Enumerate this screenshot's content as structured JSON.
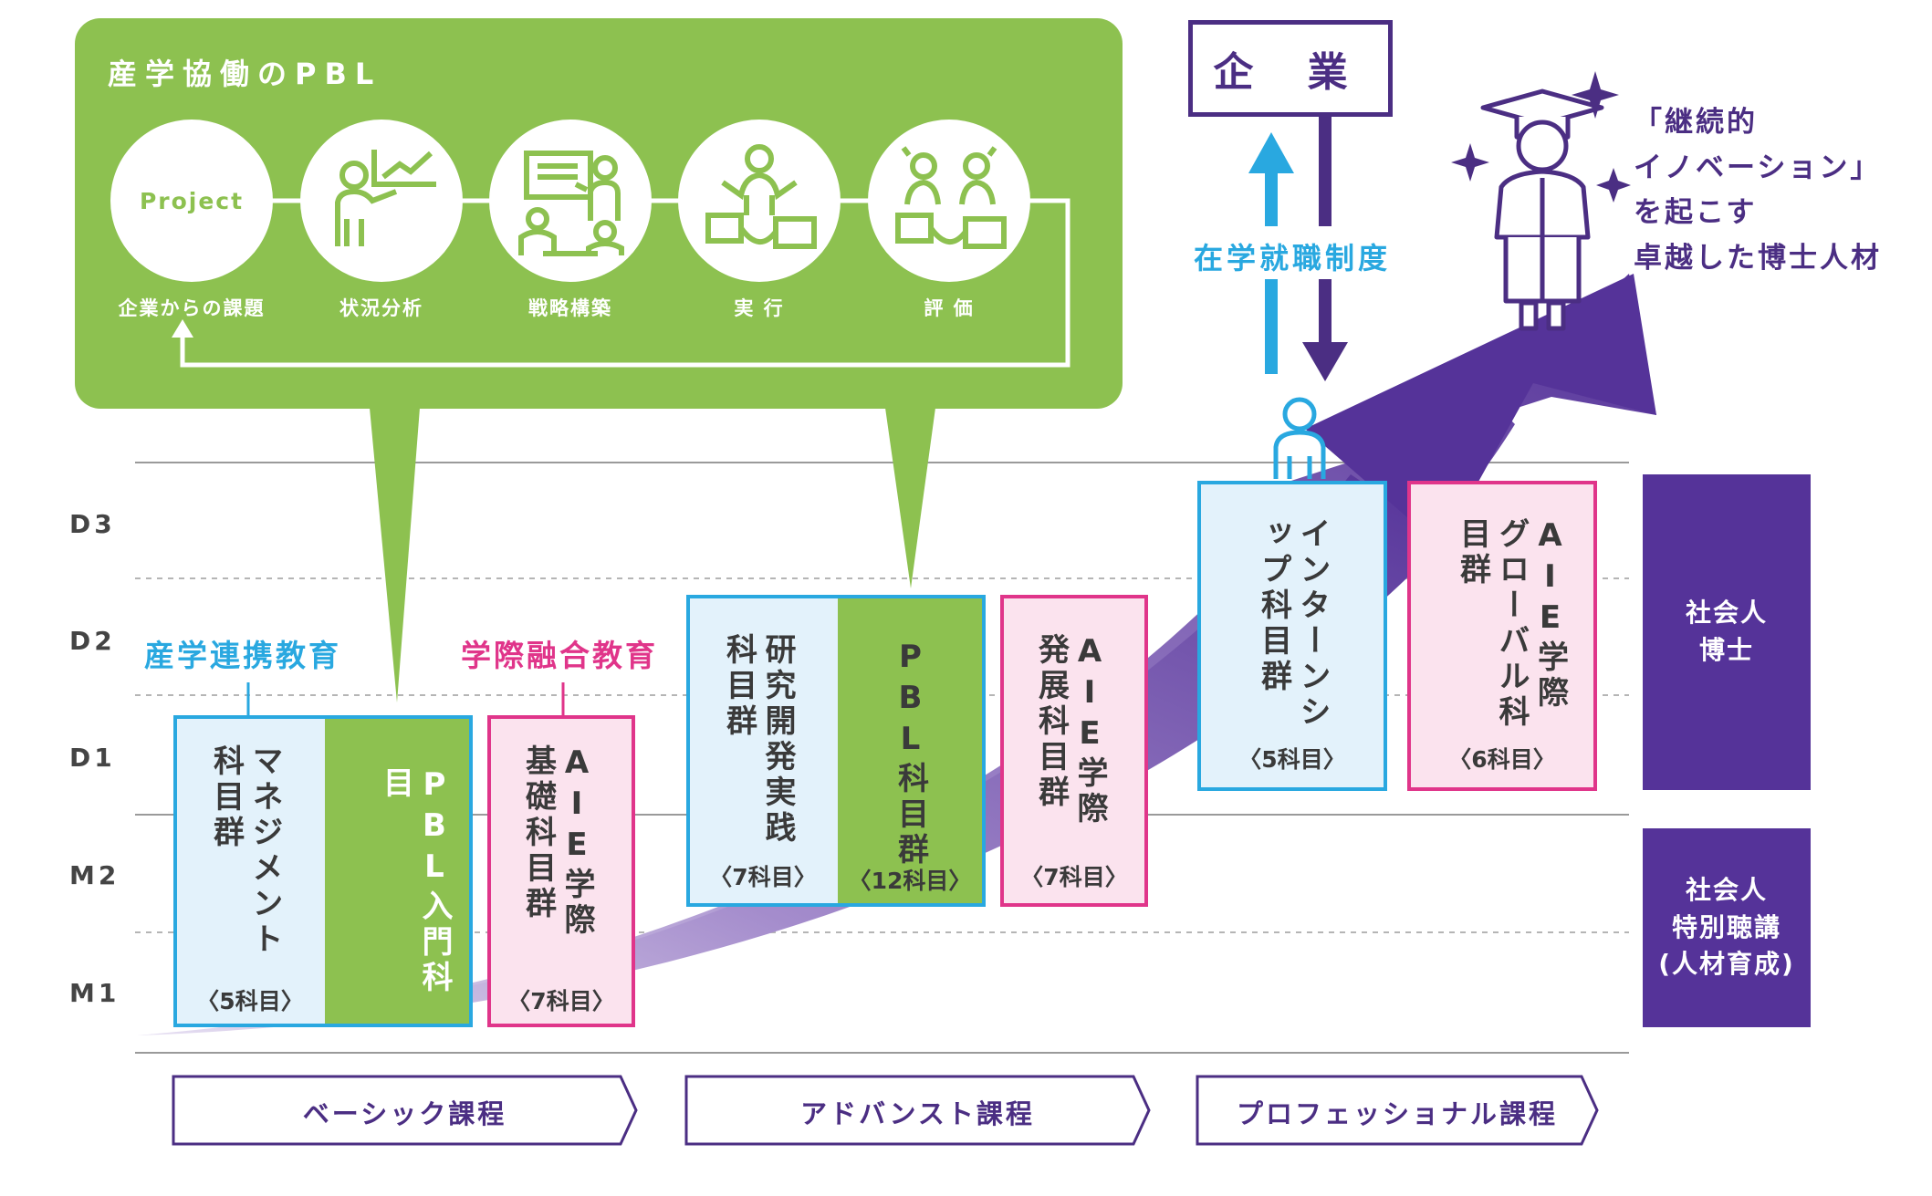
{
  "pbl_panel": {
    "title": "産学協働のPBL",
    "project_label": "Project",
    "steps": [
      "企業からの課題",
      "状況分析",
      "戦略構築",
      "実 行",
      "評 価"
    ]
  },
  "rows": [
    "D3",
    "D2",
    "D1",
    "M2",
    "M1"
  ],
  "tags": {
    "industry": "産学連携教育",
    "interdisciplinary": "学際融合教育"
  },
  "boxes": {
    "management": {
      "label": "マネジメント科目群",
      "count": "〈5科目〉"
    },
    "pbl_intro": {
      "label": "PBL入門科目"
    },
    "aie_basic": {
      "label": "AIE学際基礎科目群",
      "count": "〈7科目〉"
    },
    "research": {
      "label": "研究開発実践科目群",
      "count": "〈7科目〉"
    },
    "pbl_subjects": {
      "label": "PBL科目群",
      "count": "〈12科目〉"
    },
    "aie_advanced": {
      "label": "AIE学際発展科目群",
      "count": "〈7科目〉"
    },
    "internship": {
      "label": "インターンシップ科目群",
      "count": "〈5科目〉"
    },
    "aie_global": {
      "label": "AIE学際グローバル科目群",
      "count": "〈6科目〉"
    }
  },
  "side": {
    "doctor": "社会人\n博士",
    "special": "社会人\n特別聴講\n(人材育成)"
  },
  "company": {
    "label": "企 業",
    "system": "在学就職制度"
  },
  "goal": "「継続的\nイノベーション」\nを起こす\n卓越した博士人材",
  "courses": [
    "ベーシック課程",
    "アドバンスト課程",
    "プロフェッショナル課程"
  ],
  "colors": {
    "green": "#8dc150",
    "cyan": "#29a8e0",
    "pink": "#e0358a",
    "purple": "#553399",
    "light_blue": "#e3f2fb",
    "light_pink": "#fbe3ee"
  }
}
